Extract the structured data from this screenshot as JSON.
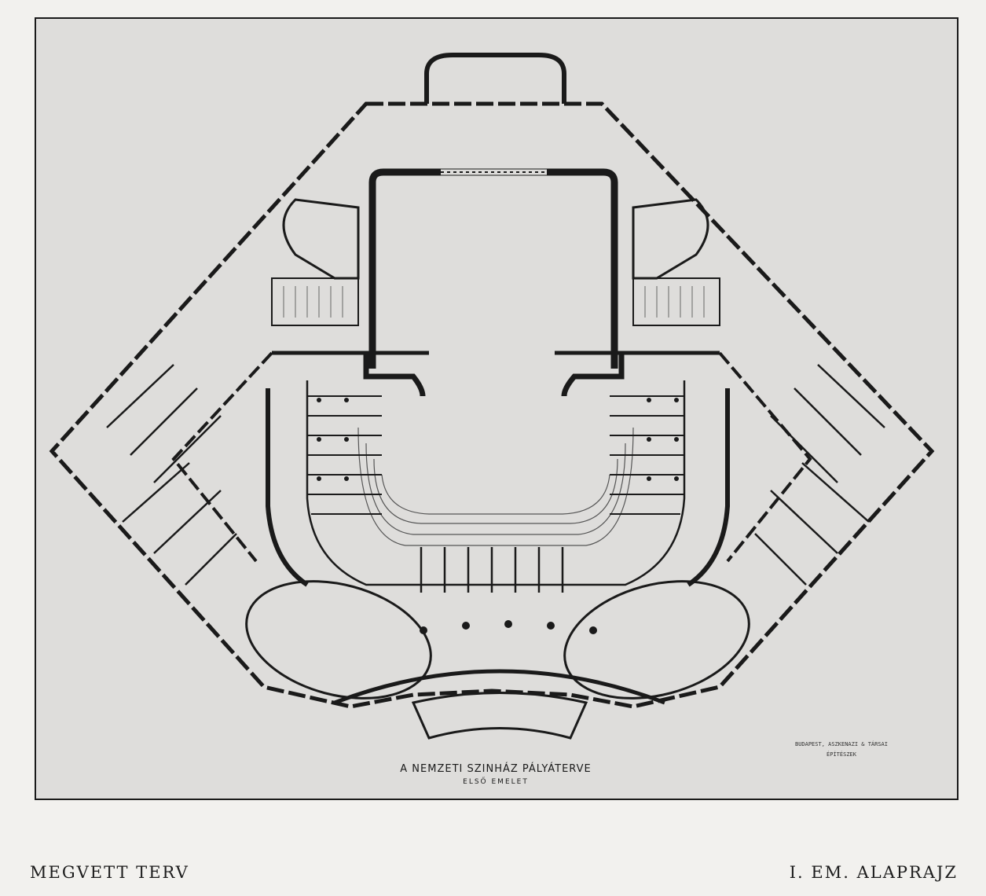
{
  "plate": {
    "title": "A NEMZETI SZINHÁZ PÁLYÁTERVE",
    "subtitle": "ELSŐ EMELET",
    "stamp_line_1": "BUDAPEST, ASZKENAZI & TÁRSAI",
    "stamp_line_2": "ÉPÍTÉSZEK"
  },
  "captions": {
    "left": "MEGVETT TERV",
    "right": "I. EM. ALAPRAJZ"
  },
  "colors": {
    "paper": "#f2f1ee",
    "plate_background": "#dedddb",
    "ink": "#1a1a1a"
  }
}
